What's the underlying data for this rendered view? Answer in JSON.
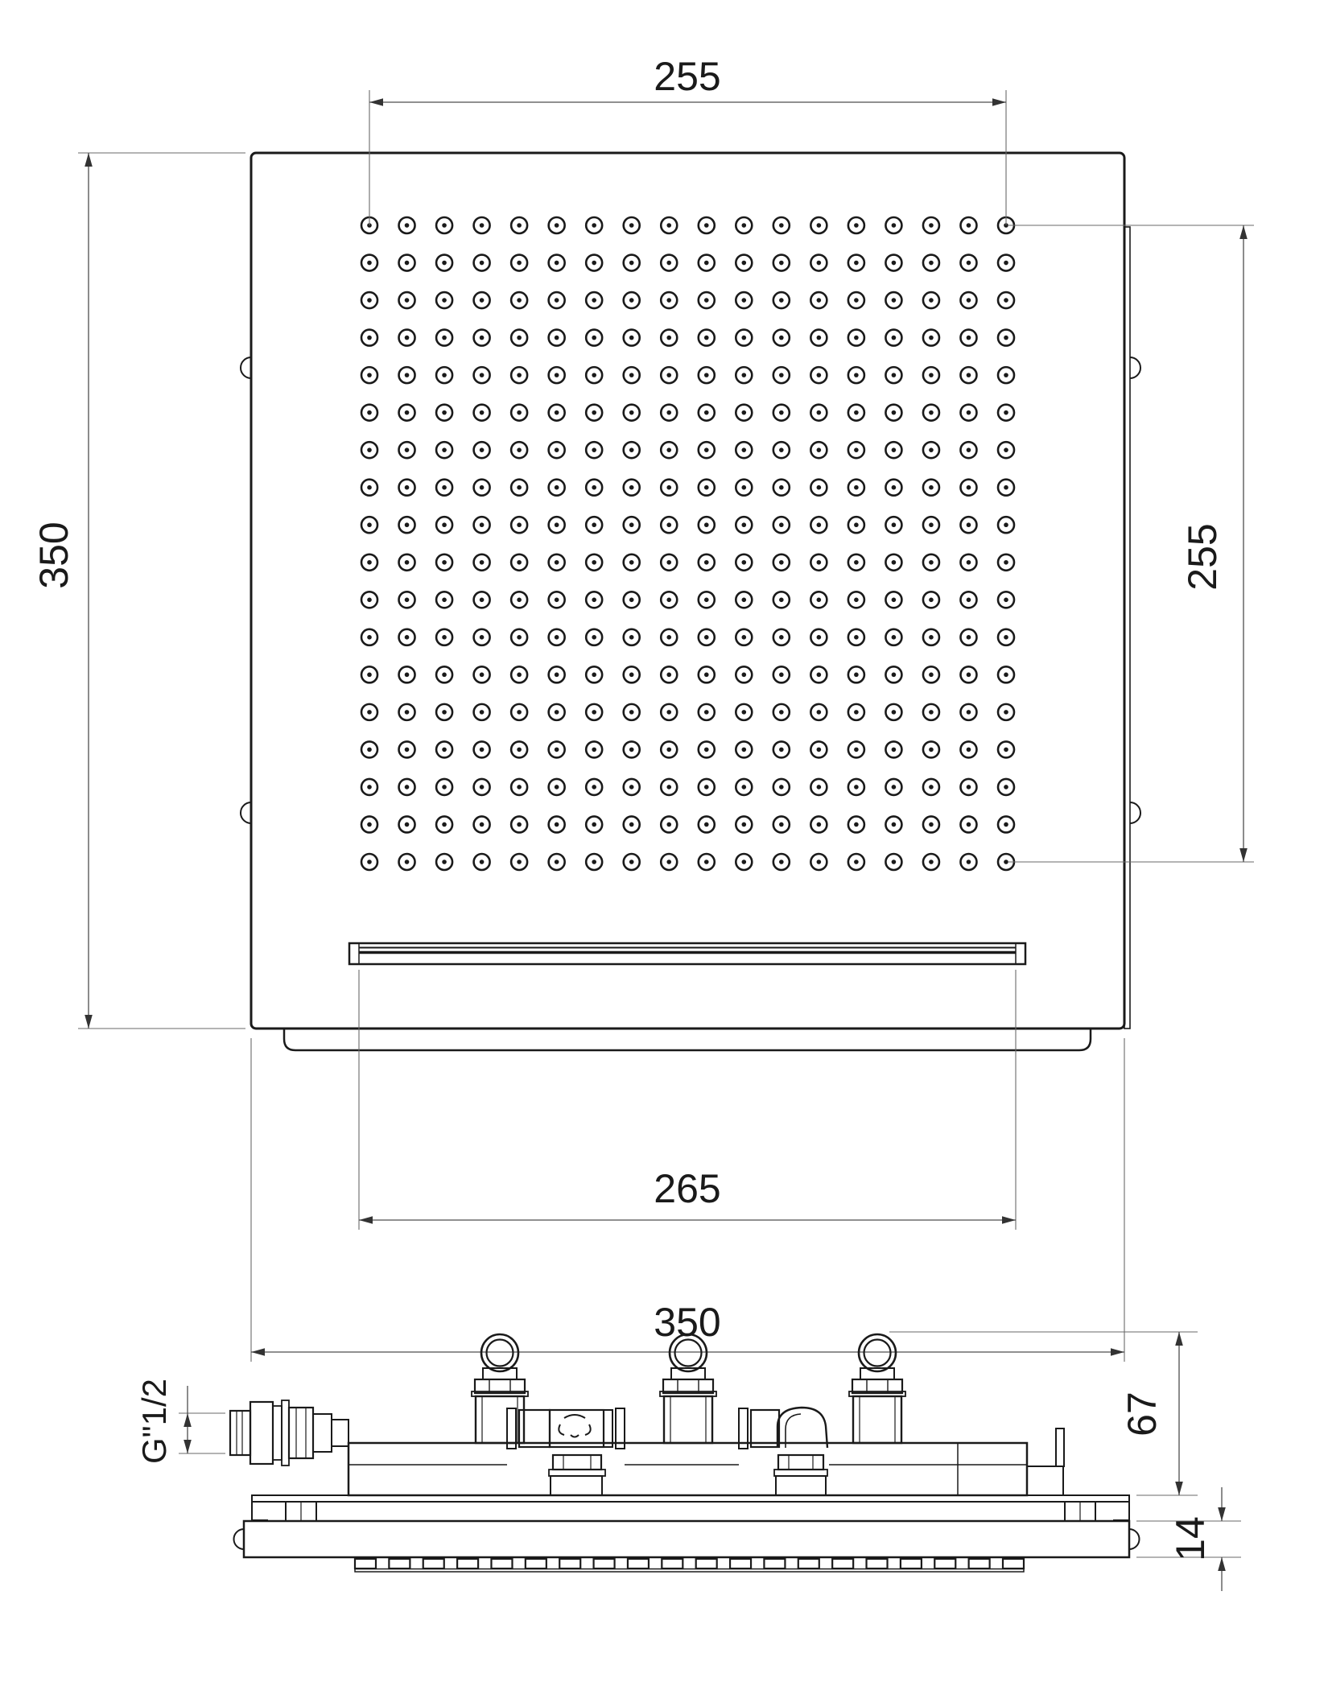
{
  "drawing": {
    "top_view": {
      "dim_top_width": "255",
      "dim_right_height": "255",
      "dim_left_height": "350",
      "dim_slot_width": "265",
      "dim_bottom_width": "350",
      "nozzle_grid": {
        "rows": 18,
        "cols": 18
      }
    },
    "side_view": {
      "dim_connector_thread": "G\"1/2",
      "dim_body_height": "67",
      "dim_plate_thickness": "14",
      "outlet_teeth": {
        "count": 20
      },
      "ring_count": 3
    },
    "colors": {
      "line": "#1a1a1a",
      "dimension_line": "#4d4d4d",
      "background": "#ffffff"
    }
  }
}
